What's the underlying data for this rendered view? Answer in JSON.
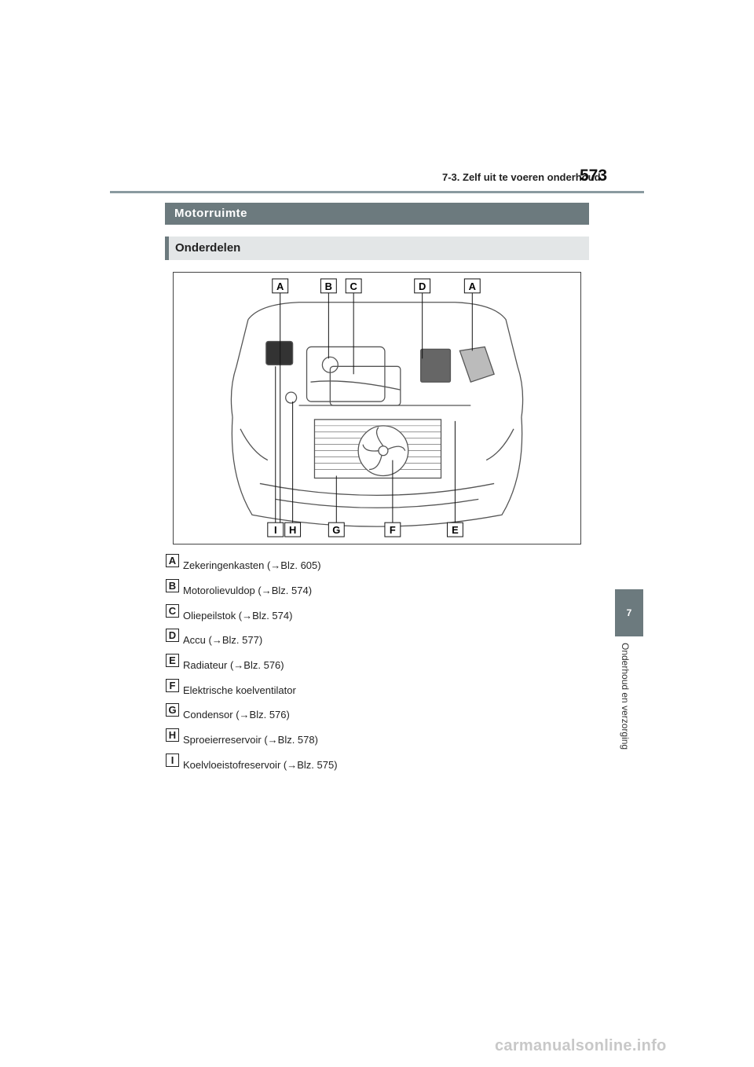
{
  "header": {
    "section": "7-3. Zelf uit te voeren onderhoud",
    "page_number": "573"
  },
  "side_tab": {
    "number": "7",
    "label": "Onderhoud en verzorging"
  },
  "bars": {
    "main": "Motorruimte",
    "sub": "Onderdelen"
  },
  "figure": {
    "top_labels": [
      "A",
      "B",
      "C",
      "D",
      "A"
    ],
    "bottom_labels": [
      "I",
      "H",
      "G",
      "F",
      "E"
    ]
  },
  "legend": [
    {
      "key": "A",
      "text": "Zekeringenkasten (→Blz. 605)"
    },
    {
      "key": "B",
      "text": "Motorolievuldop (→Blz. 574)"
    },
    {
      "key": "C",
      "text": "Oliepeilstok (→Blz. 574)"
    },
    {
      "key": "D",
      "text": "Accu (→Blz. 577)"
    },
    {
      "key": "E",
      "text": "Radiateur (→Blz. 576)"
    },
    {
      "key": "F",
      "text": "Elektrische koelventilator"
    },
    {
      "key": "G",
      "text": "Condensor (→Blz. 576)"
    },
    {
      "key": "H",
      "text": "Sproeierreservoir (→Blz. 578)"
    },
    {
      "key": "I",
      "text": "Koelvloeistofreservoir (→Blz. 575)"
    }
  ],
  "watermark": "carmanualsonline.info"
}
